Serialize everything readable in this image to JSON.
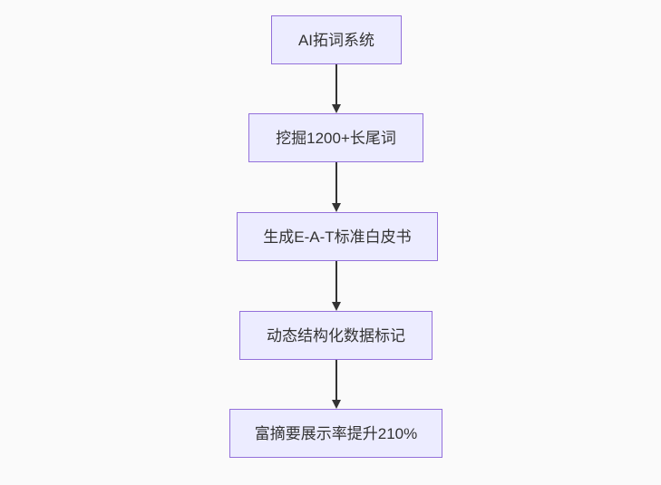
{
  "diagram": {
    "type": "flowchart",
    "direction": "top-down",
    "colors": {
      "background": "#fafafa",
      "node_fill": "#ECECFF",
      "node_border": "#9370DB",
      "text": "#333333",
      "arrow": "#333333"
    },
    "nodes": [
      {
        "id": "n1",
        "label": "AI拓词系统"
      },
      {
        "id": "n2",
        "label": "挖掘1200+长尾词"
      },
      {
        "id": "n3",
        "label": "生成E-A-T标准白皮书"
      },
      {
        "id": "n4",
        "label": "动态结构化数据标记"
      },
      {
        "id": "n5",
        "label": "富摘要展示率提升210%"
      }
    ],
    "edges": [
      {
        "from": "n1",
        "to": "n2",
        "style": "solid-arrow-down"
      },
      {
        "from": "n2",
        "to": "n3",
        "style": "solid-arrow-down"
      },
      {
        "from": "n3",
        "to": "n4",
        "style": "solid-arrow-down"
      },
      {
        "from": "n4",
        "to": "n5",
        "style": "solid-arrow-down"
      }
    ]
  }
}
